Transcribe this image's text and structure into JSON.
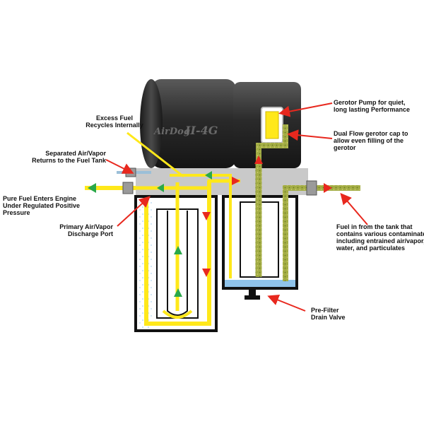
{
  "brand": {
    "name": "AirDog",
    "model": "II-4G"
  },
  "labels": {
    "excess_fuel": [
      "Excess Fuel",
      "Recycles Internally"
    ],
    "separated_air": [
      "Separated Air/Vapor",
      "Returns to the Fuel Tank"
    ],
    "pure_fuel": [
      "Pure Fuel Enters Engine",
      "Under Regulated Positive",
      "Pressure"
    ],
    "primary_air": [
      "Primary Air/Vapor",
      "Discharge Port"
    ],
    "gerotor_pump": [
      "Gerotor Pump for quiet,",
      "long lasting Performance"
    ],
    "dual_flow": [
      "Dual Flow gerotor cap to",
      "allow even filling of the",
      "gerotor"
    ],
    "fuel_in": [
      "Fuel in from the tank that",
      "contains various contaminates,",
      "including entrained air/vapor,",
      "water, and particulates"
    ],
    "prefilter": [
      "Pre-Filter",
      "Drain Valve"
    ]
  },
  "colors": {
    "clean_fuel": "#ffe81a",
    "dirty_fuel": "#9aa53a",
    "arrow_label": "#e8281e",
    "flow_green": "#2aa84a",
    "housing": "#c9c9c9",
    "motor": "#2b2b2b"
  }
}
